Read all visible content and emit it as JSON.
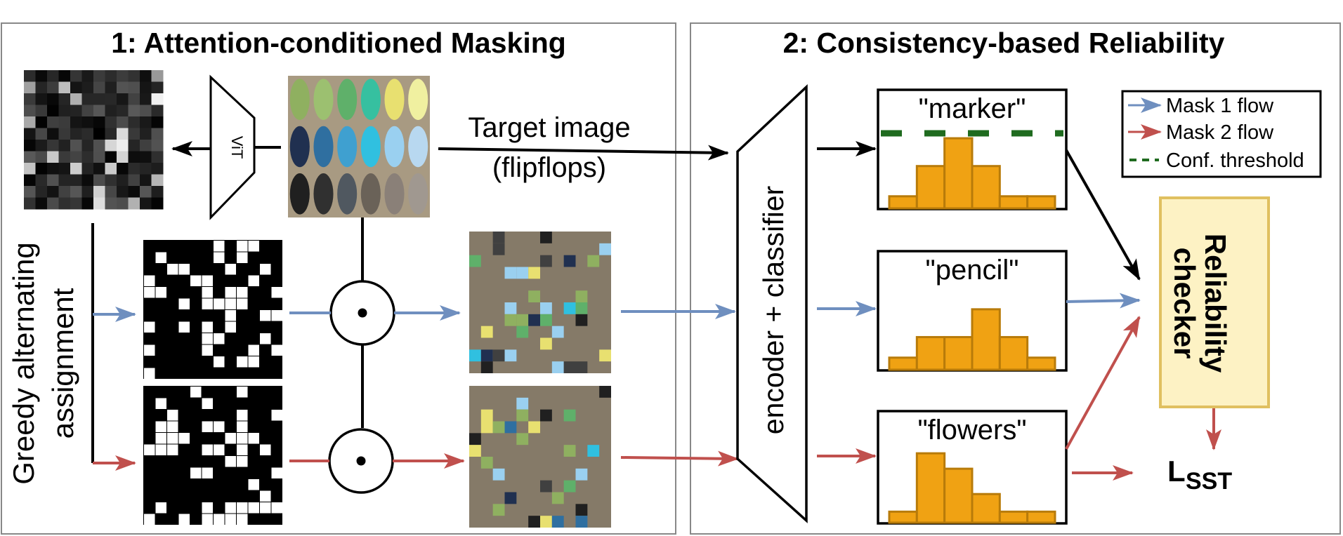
{
  "panel1": {
    "title": "1: Attention-conditioned Masking"
  },
  "panel2": {
    "title": "2: Consistency-based Reliability"
  },
  "vit_label": "ViT",
  "target_label": {
    "line1": "Target image",
    "line2": "(flipflops)"
  },
  "greedy_label": {
    "line1": "Greedy alternating",
    "line2": "assignment"
  },
  "encoder_label": "encoder + classifier",
  "histograms": [
    {
      "label": "\"marker\"",
      "values": [
        1,
        3.5,
        5.8,
        3.5,
        1,
        1
      ],
      "shows_threshold": true
    },
    {
      "label": "\"pencil\"",
      "values": [
        1,
        2.7,
        2.7,
        5.0,
        2.7,
        1
      ],
      "shows_threshold": false
    },
    {
      "label": "\"flowers\"",
      "values": [
        1,
        6.3,
        4.9,
        2.6,
        1,
        1
      ],
      "shows_threshold": false
    }
  ],
  "legend": [
    {
      "label": "Mask 1 flow",
      "color": "#6f8fbf",
      "style": "solid"
    },
    {
      "label": "Mask 2 flow",
      "color": "#c0504d",
      "style": "solid"
    },
    {
      "label": "Conf. threshold",
      "color": "#1f6b1f",
      "style": "dashed"
    }
  ],
  "checker": {
    "line1": "Reliability",
    "line2": "checker"
  },
  "loss": {
    "main": "L",
    "sub": "SST"
  },
  "colors": {
    "mask1": "#6f8fbf",
    "mask2": "#c0504d",
    "threshold": "#1f6b1f",
    "bar": "#f0a213",
    "checker_fill": "#fdf2c4",
    "checker_border": "#e0c060"
  },
  "icons": [
    "hadamard-product-icon",
    "trapezoid-encoder-icon"
  ]
}
